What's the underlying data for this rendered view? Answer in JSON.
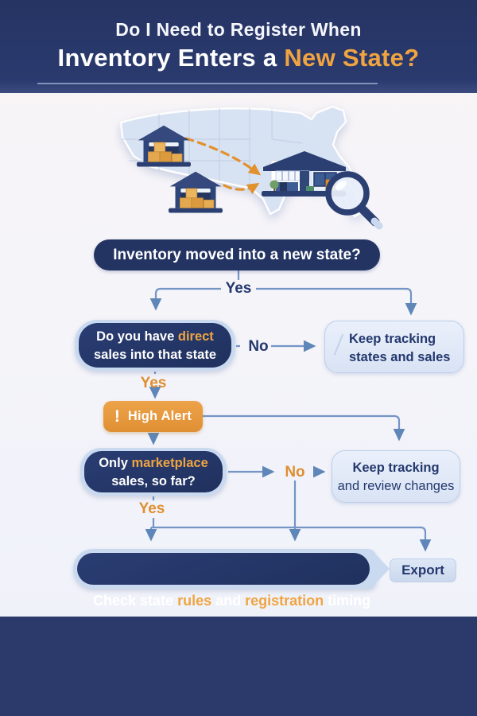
{
  "colors": {
    "header_navy": "#2A3A6E",
    "node_navy": "#233463",
    "accent_orange": "#E8993C",
    "highlight_text_orange": "#F0A441",
    "light_box_bg": "#DDE6F5",
    "light_box_border": "#BCCFEA",
    "connector_blue": "#7495C6",
    "text_navy": "#24386E",
    "map_fill": "#D7E2F3"
  },
  "header": {
    "line1": "Do I Need to Register When",
    "line2_plain": "Inventory Enters a ",
    "line2_highlight": "New State?"
  },
  "illustration": {
    "description": "US map with two warehouses shipping inventory to a new-state building under a magnifying glass"
  },
  "flow": {
    "q1": {
      "text": "Inventory moved into a new state?",
      "yes_label": "Yes"
    },
    "q2": {
      "l1_pre": "Do you have ",
      "l1_hl": "direct",
      "l2": "sales into that state",
      "no_label": "No",
      "yes_label": "Yes"
    },
    "keep1": {
      "l1": "Keep tracking",
      "l2": "states and sales"
    },
    "alert": {
      "icon": "!",
      "label": "High Alert"
    },
    "q3": {
      "l1_pre": "Only ",
      "l1_hl": "marketplace",
      "l2": "sales, so far?",
      "no_label": "No",
      "yes_label": "Yes"
    },
    "keep2": {
      "l1": "Keep tracking",
      "l2": "and review changes"
    },
    "final": {
      "p1": "Check state ",
      "hl1": "rules",
      "p2": " and ",
      "hl2": "registration",
      "p3": " timing"
    },
    "export_label": "Export"
  }
}
